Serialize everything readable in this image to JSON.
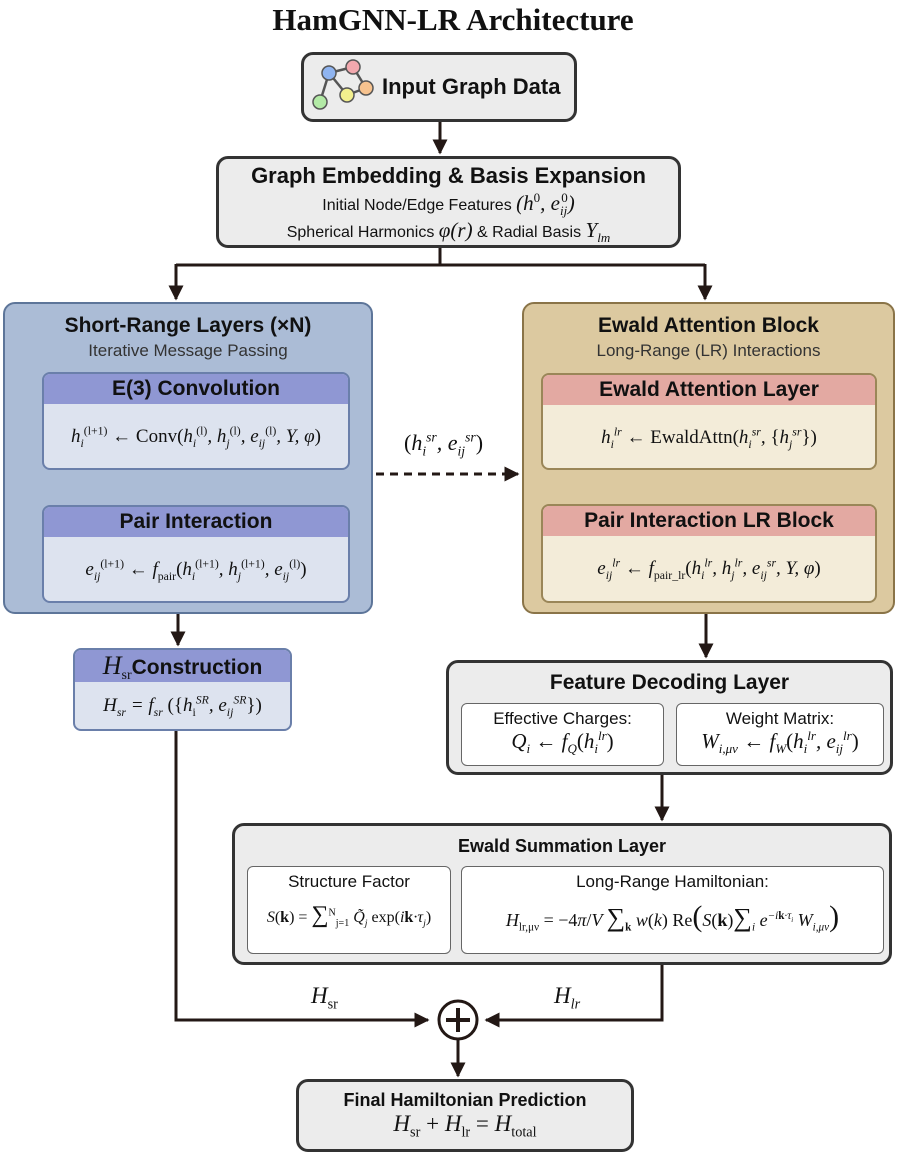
{
  "title": "HamGNN-LR Architecture",
  "input": {
    "label": "Input Graph Data",
    "icon": "graph-network-icon",
    "node_colors": [
      "#8fb4f0",
      "#f2a8ae",
      "#f7c38f",
      "#f3f08e",
      "#b3eaa6"
    ]
  },
  "embedding": {
    "title": "Graph Embedding & Basis Expansion",
    "line1_text": "Initial Node/Edge Features",
    "line1_math": "(h⁰, e⁰ᵢⱼ)",
    "line2_text_a": "Spherical Harmonics",
    "line2_math_a": "φ(r)",
    "line2_text_b": "& Radial Basis",
    "line2_math_b": "Y",
    "line2_math_b_sub": "lm"
  },
  "short_range": {
    "title": "Short-Range Layers (×N)",
    "subtitle": "Iterative Message Passing",
    "conv": {
      "title": "E(3) Convolution",
      "eq": "hᵢ⁽ˡ⁺¹⁾ ← Conv(hᵢ⁽ˡ⁾, hⱼ⁽ˡ⁾, eᵢⱼ⁽ˡ⁾, Y, φ)"
    },
    "pair": {
      "title": "Pair Interaction",
      "eq": "eᵢⱼ⁽ˡ⁺¹⁾ ← f_pair(hᵢ⁽ˡ⁺¹⁾, hⱼ⁽ˡ⁺¹⁾, eᵢⱼ⁽ˡ⁾)"
    },
    "color_outer": "#abbcd6",
    "color_header": "#8f97d3"
  },
  "long_range": {
    "title": "Ewald Attention Block",
    "subtitle": "Long-Range (LR) Interactions",
    "attn": {
      "title": "Ewald Attention Layer",
      "eq": "hᵢˡʳ ← EwaldAttn(hᵢˢʳ, {hⱼˢʳ})"
    },
    "pair": {
      "title": "Pair Interaction LR Block",
      "eq": "eᵢⱼˡʳ ← f_pair_lr(hᵢˡʳ, hⱼˡʳ, eᵢⱼˢʳ, Y, φ)"
    },
    "color_outer": "#dcc9a0",
    "color_header": "#e3a9a2"
  },
  "bridge_label": "(hᵢˢʳ, eᵢⱼˢʳ)",
  "hsr_construction": {
    "title_math": "H",
    "title_sub": "sr",
    "title_text": "Construction",
    "eq": "H_sr = f_sr({hᵢˢᴿ, eᵢⱼˢᴿ})"
  },
  "decoding": {
    "title": "Feature Decoding Layer",
    "charges_label": "Effective Charges:",
    "charges_eq": "Qᵢ ← f_Q(hᵢˡʳ)",
    "weights_label": "Weight Matrix:",
    "weights_eq": "W_i,μν ← f_W(hᵢˡʳ, eᵢⱼˡʳ)"
  },
  "ewald_sum": {
    "title": "Ewald Summation Layer",
    "sf_label": "Structure Factor",
    "sf_eq": "S(k) = Σⱼ₌₁ᴺ Q̃ⱼ exp(ik·τⱼ)",
    "lrh_label": "Long-Range Hamiltonian:",
    "lrh_eq": "H_lr,μν = −(4π/V) Σₖ w(k) Re( S(k) Σᵢ e^(−ik·τᵢ) W_i,μν )"
  },
  "edges": {
    "h_sr": "H",
    "h_sr_sub": "sr",
    "h_lr": "H",
    "h_lr_sub": "lr",
    "sum_symbol": "+"
  },
  "final": {
    "title": "Final Hamiltonian Prediction",
    "eq": "H_sr + H_lr = H_total"
  }
}
